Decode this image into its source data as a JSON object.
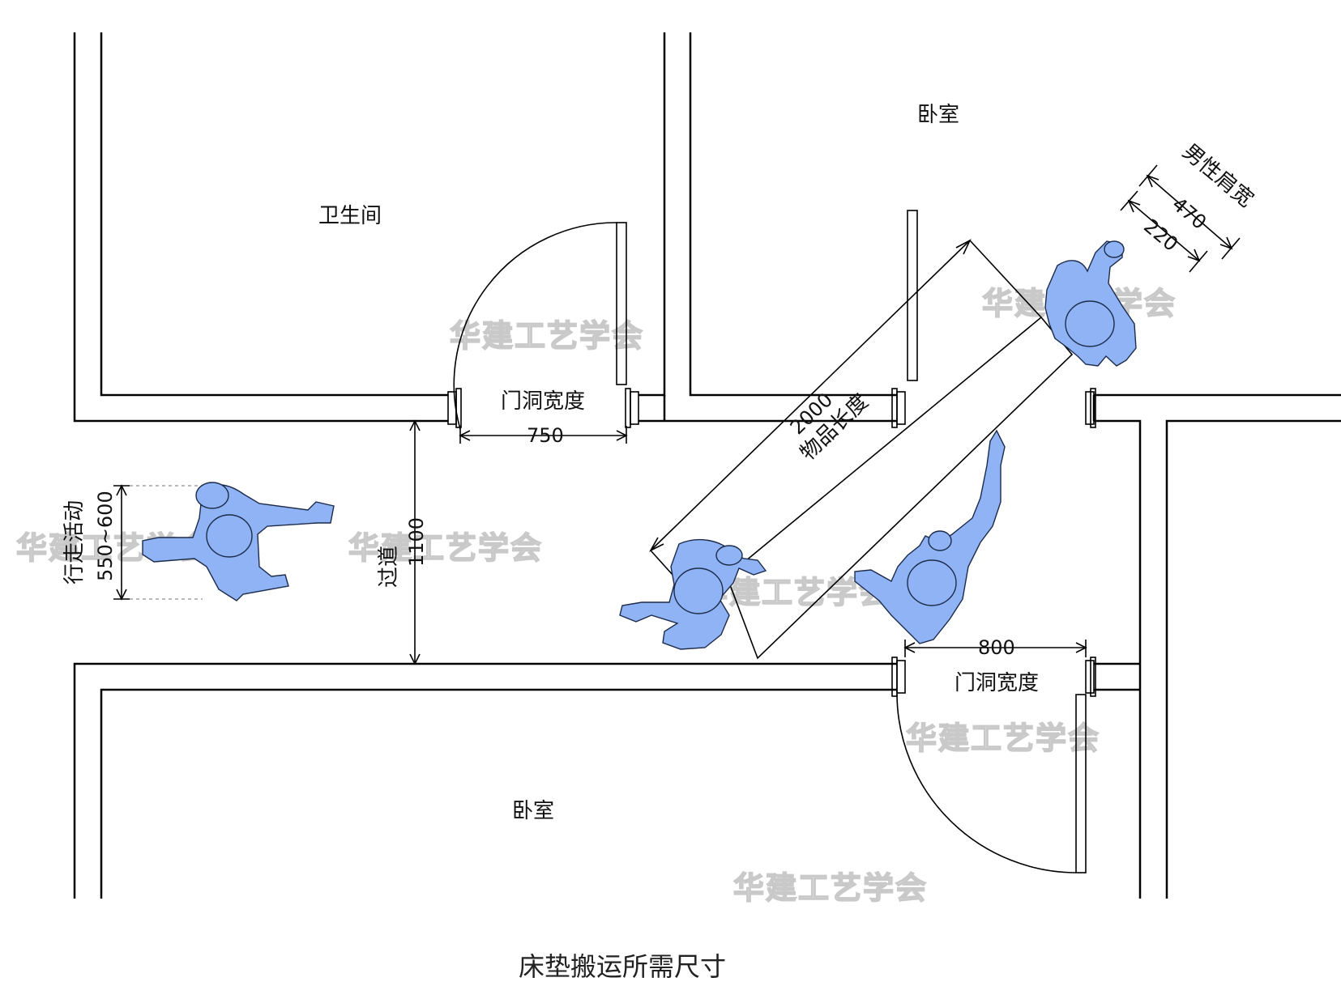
{
  "rooms": {
    "bathroom": "卫生间",
    "bedroom_top": "卧室",
    "bedroom_bottom": "卧室"
  },
  "dimensions": {
    "door1_label": "门洞宽度",
    "door1_width": "750",
    "door2_label": "门洞宽度",
    "door2_width": "800",
    "corridor_label": "过道",
    "corridor_width": "1100",
    "walk_label": "行走活动",
    "walk_width": "550~600",
    "item_length": "2000",
    "item_label": "物品长度",
    "shoulder_label": "男性肩宽",
    "shoulder_width": "470",
    "body_depth": "220"
  },
  "watermark": "华建工艺学会",
  "caption": "床垫搬运所需尺寸",
  "colors": {
    "person_fill": "#8fb3f5",
    "line": "#000000",
    "watermark": "#c9c9c9"
  }
}
